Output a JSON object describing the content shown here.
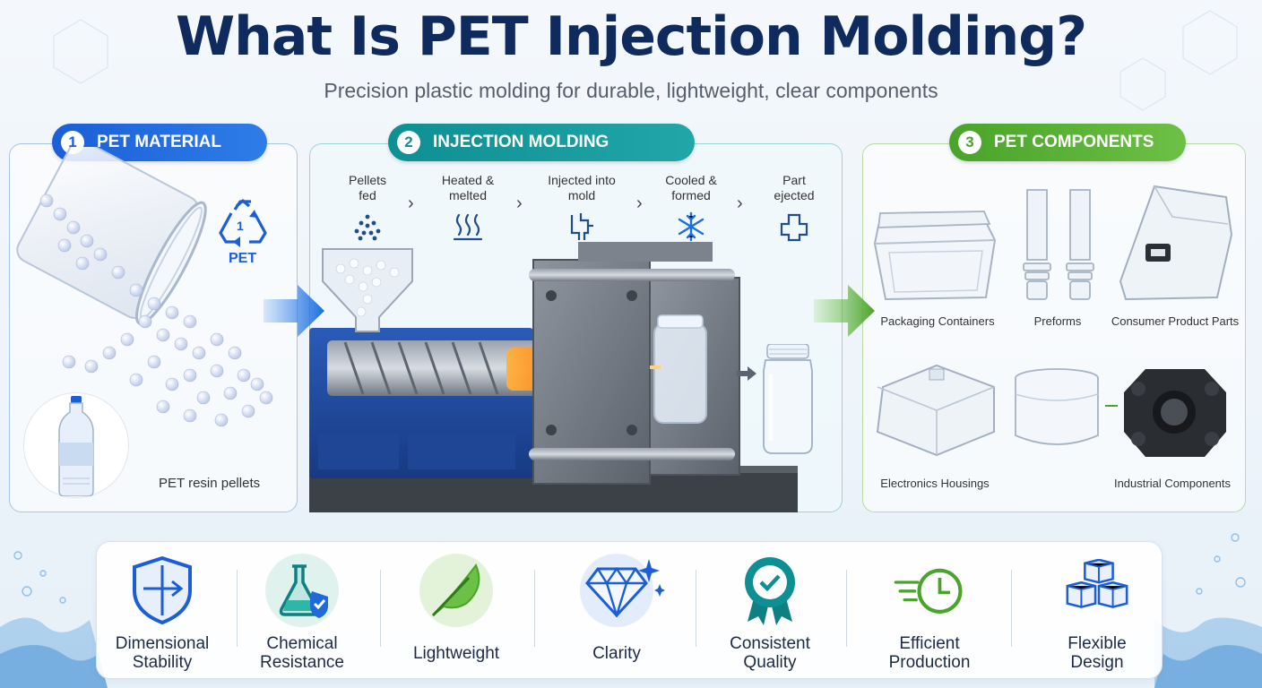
{
  "header": {
    "title": "What Is PET Injection Molding?",
    "subtitle": "Precision plastic molding for durable, lightweight, clear components"
  },
  "sections": [
    {
      "number": "1",
      "label": "PET MATERIAL",
      "color": "#1b5ed6"
    },
    {
      "number": "2",
      "label": "INJECTION MOLDING",
      "color": "#0e8f93"
    },
    {
      "number": "3",
      "label": "PET COMPONENTS",
      "color": "#4aa32a"
    }
  ],
  "material": {
    "recycle_code": "1",
    "recycle_label": "PET",
    "image_caption": "PET resin pellets",
    "icons": [
      "recycle-icon",
      "pellets-jar-icon",
      "water-bottle-icon"
    ]
  },
  "process": {
    "steps": [
      {
        "line1": "Pellets",
        "line2": "fed",
        "icon": "pellets-icon"
      },
      {
        "line1": "Heated &",
        "line2": "melted",
        "icon": "heat-icon"
      },
      {
        "line1": "Injected into",
        "line2": "mold",
        "icon": "mold-inject-icon"
      },
      {
        "line1": "Cooled &",
        "line2": "formed",
        "icon": "snowflake-icon"
      },
      {
        "line1": "Part",
        "line2": "ejected",
        "icon": "eject-icon"
      }
    ]
  },
  "components": [
    {
      "label": "Packaging Containers",
      "icon": "container-icon"
    },
    {
      "label": "Preforms",
      "icon": "preform-icon"
    },
    {
      "label": "Consumer Product Parts",
      "icon": "consumer-part-icon"
    },
    {
      "label": "Electronics Housings",
      "icon": "housing-icon"
    },
    {
      "label": "",
      "icon": "clear-jar-icon"
    },
    {
      "label": "Industrial Components",
      "icon": "industrial-part-icon"
    }
  ],
  "benefits": [
    {
      "line1": "Dimensional",
      "line2": "Stability",
      "icon": "shield-icon",
      "color": "#1b5ed6"
    },
    {
      "line1": "Chemical",
      "line2": "Resistance",
      "icon": "flask-icon",
      "color": "#0e8f93"
    },
    {
      "line1": "Lightweight",
      "line2": "",
      "icon": "feather-icon",
      "color": "#4aa32a"
    },
    {
      "line1": "Clarity",
      "line2": "",
      "icon": "diamond-icon",
      "color": "#1b5ed6"
    },
    {
      "line1": "Consistent",
      "line2": "Quality",
      "icon": "badge-check-icon",
      "color": "#0e8f93"
    },
    {
      "line1": "Efficient",
      "line2": "Production",
      "icon": "clock-speed-icon",
      "color": "#4aa32a"
    },
    {
      "line1": "Flexible",
      "line2": "Design",
      "icon": "cubes-icon",
      "color": "#1b5ed6"
    }
  ]
}
